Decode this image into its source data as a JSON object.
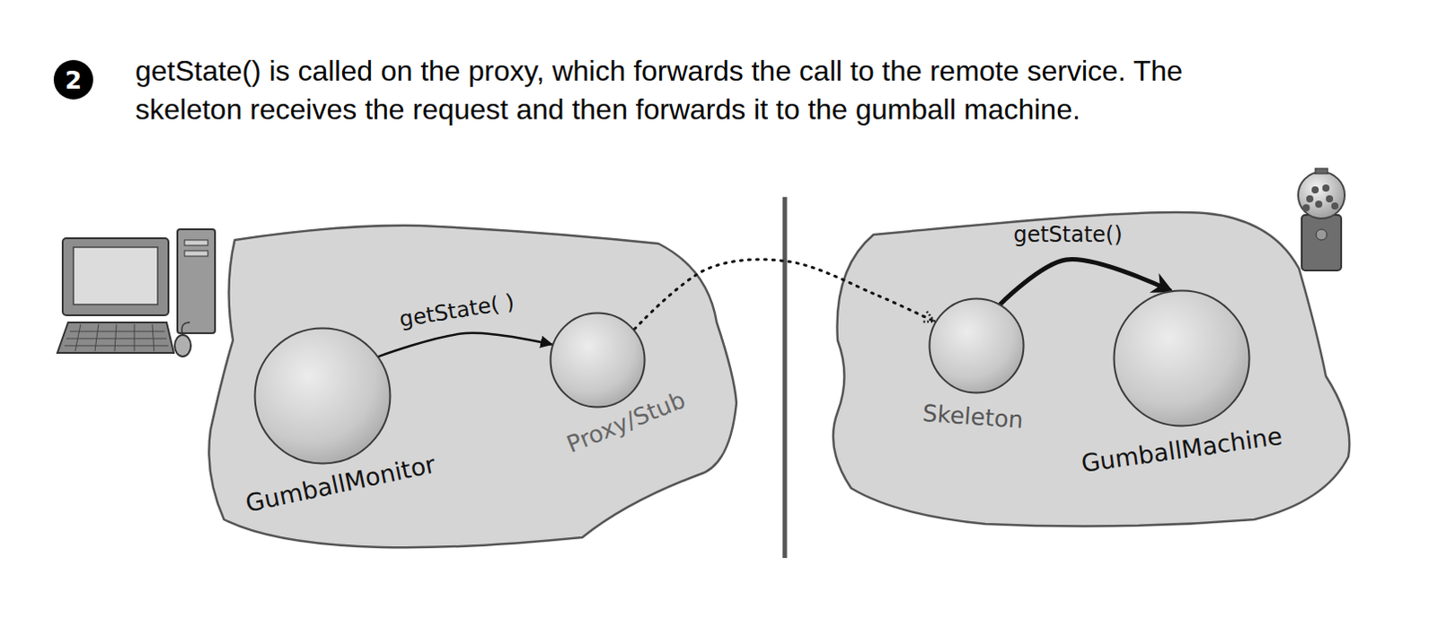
{
  "diagram": {
    "title": "getState() is called on the proxy, which forwards the call to the remote service. The skeleton receives the request and then forwards it to the gumball machine.",
    "nodes": [
      {
        "text": [
          "GumballMonitor"
        ]
      },
      {
        "text": [
          "Proxy/Stub"
        ]
      },
      {
        "text": [
          "Skeleton"
        ]
      },
      {
        "text": [
          "GumballMachine"
        ]
      }
    ],
    "edges": [
      {
        "from": 0,
        "to": 1,
        "arrow": "to",
        "label": "getState( )"
      },
      {
        "from": 1,
        "to": 2,
        "arrow": "to"
      },
      {
        "from": 2,
        "to": 3,
        "arrow": "to",
        "label": "getState()"
      }
    ],
    "labels": [
      "2"
    ]
  }
}
